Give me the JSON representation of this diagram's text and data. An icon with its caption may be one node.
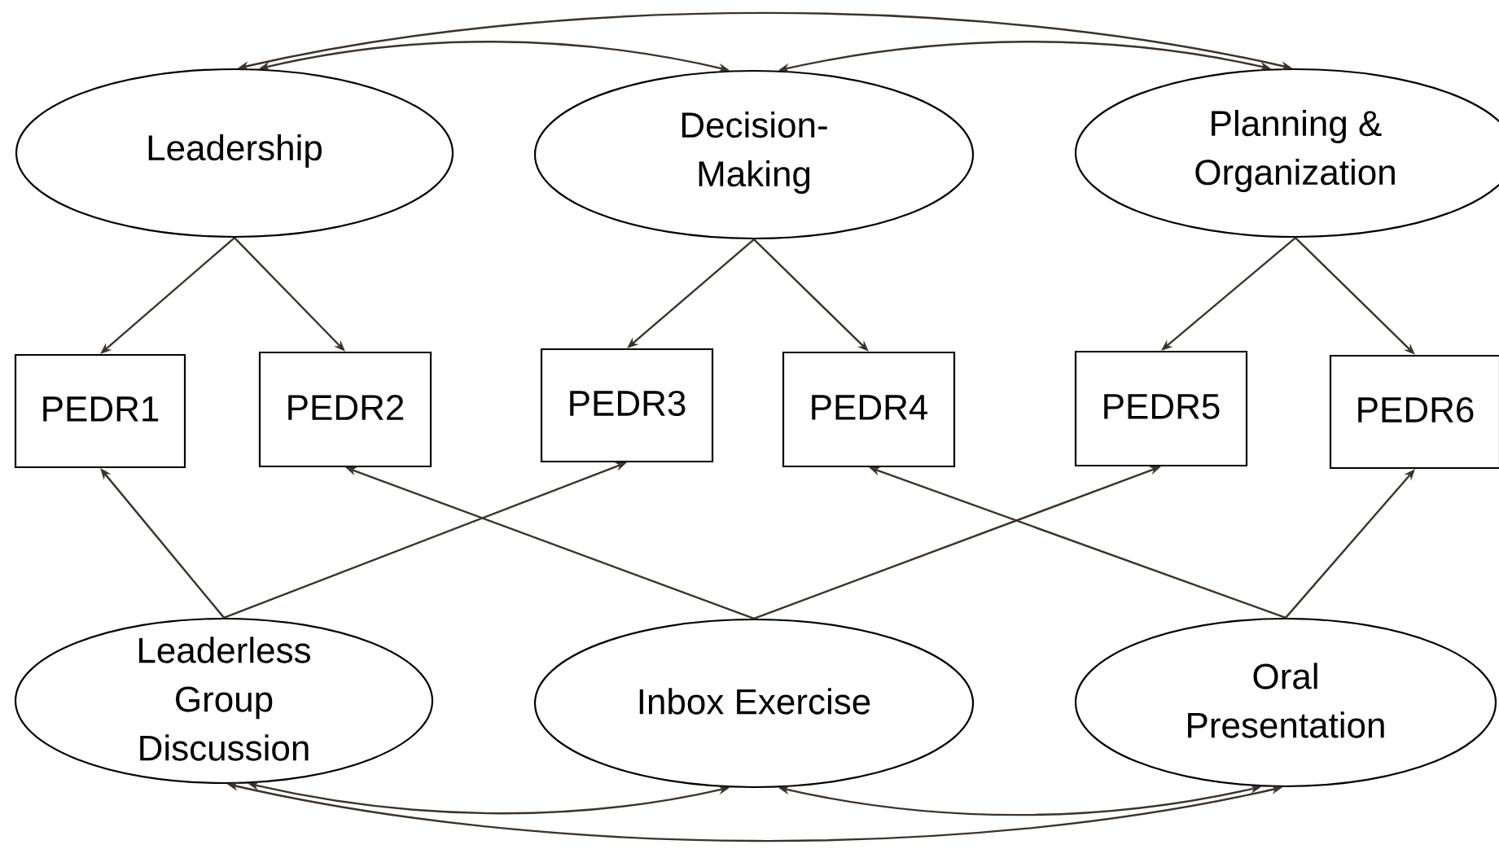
{
  "diagram": {
    "nodes": [
      {
        "text": [
          "Leadership"
        ]
      },
      {
        "text": [
          "Decision-Making"
        ]
      },
      {
        "text": [
          "Planning & Organization"
        ]
      },
      {
        "text": [
          "PEDR1"
        ]
      },
      {
        "text": [
          "PEDR2"
        ]
      },
      {
        "text": [
          "PEDR3"
        ]
      },
      {
        "text": [
          "PEDR4"
        ]
      },
      {
        "text": [
          "PEDR5"
        ]
      },
      {
        "text": [
          "PEDR6"
        ]
      },
      {
        "text": [
          "Leaderless Group Discussion"
        ]
      },
      {
        "text": [
          "Inbox Exercise"
        ]
      },
      {
        "text": [
          "Oral Presentation"
        ]
      }
    ],
    "edges": [
      {
        "from": 0,
        "to": 1,
        "arrow": "both"
      },
      {
        "from": 1,
        "to": 2,
        "arrow": "both"
      },
      {
        "from": 0,
        "to": 2,
        "arrow": "both"
      },
      {
        "from": 0,
        "to": 3,
        "arrow": "to"
      },
      {
        "from": 0,
        "to": 4,
        "arrow": "to"
      },
      {
        "from": 1,
        "to": 5,
        "arrow": "to"
      },
      {
        "from": 1,
        "to": 6,
        "arrow": "to"
      },
      {
        "from": 2,
        "to": 7,
        "arrow": "to"
      },
      {
        "from": 2,
        "to": 8,
        "arrow": "to"
      },
      {
        "from": 9,
        "to": 3,
        "arrow": "to"
      },
      {
        "from": 9,
        "to": 5,
        "arrow": "to"
      },
      {
        "from": 10,
        "to": 4,
        "arrow": "to"
      },
      {
        "from": 10,
        "to": 7,
        "arrow": "to"
      },
      {
        "from": 11,
        "to": 6,
        "arrow": "to"
      },
      {
        "from": 11,
        "to": 8,
        "arrow": "to"
      },
      {
        "from": 9,
        "to": 10,
        "arrow": "both"
      },
      {
        "from": 10,
        "to": 11,
        "arrow": "both"
      },
      {
        "from": 9,
        "to": 11,
        "arrow": "both"
      }
    ]
  }
}
